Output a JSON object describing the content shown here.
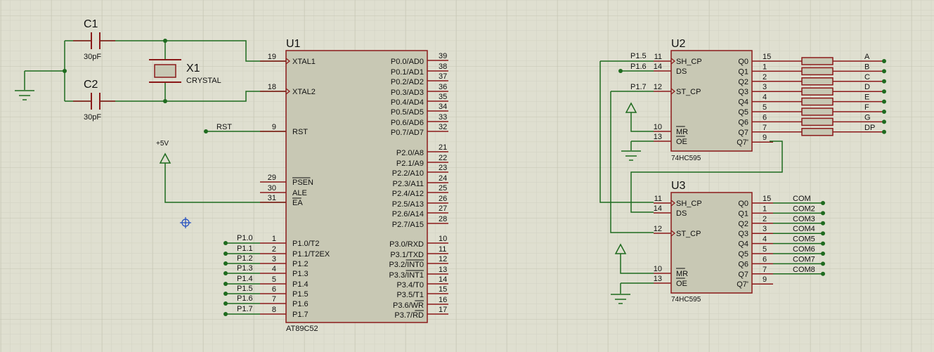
{
  "colors": {
    "background": "#dfdfd0",
    "grid_minor": "#d2d2c2",
    "grid_major": "#c4c4b2",
    "wire": "#1f6b1f",
    "pin": "#8b1a1a",
    "chip_fill": "#c8c8b4",
    "text": "#111111",
    "marker": "#1f4bbf"
  },
  "components": {
    "c1": {
      "ref": "C1",
      "value": "30pF"
    },
    "c2": {
      "ref": "C2",
      "value": "30pF"
    },
    "x1": {
      "ref": "X1",
      "value": "CRYSTAL"
    },
    "u1": {
      "ref": "U1",
      "part": "AT89C52"
    },
    "u2": {
      "ref": "U2",
      "part": "74HC595"
    },
    "u3": {
      "ref": "U3",
      "part": "74HC595"
    }
  },
  "labels": {
    "rst": "RST",
    "vcc": "+5V",
    "u1_port1_nets": [
      "P1.0",
      "P1.1",
      "P1.2",
      "P1.3",
      "P1.4",
      "P1.5",
      "P1.6",
      "P1.7"
    ],
    "u2_input_nets": {
      "sh_cp": "P1.5",
      "ds": "P1.6",
      "st_cp": "P1.7"
    },
    "seg_nets": [
      "A",
      "B",
      "C",
      "D",
      "E",
      "F",
      "G",
      "DP"
    ],
    "com_nets": [
      "COM",
      "COM2",
      "COM3",
      "COM4",
      "COM5",
      "COM6",
      "COM7",
      "COM8"
    ]
  },
  "u1": {
    "left_pins": [
      {
        "name": "XTAL1",
        "num": "19"
      },
      {
        "name": "XTAL2",
        "num": "18"
      },
      {
        "name": "RST",
        "num": "9"
      },
      {
        "name": "PSEN",
        "num": "29",
        "overbar": true
      },
      {
        "name": "ALE",
        "num": "30"
      },
      {
        "name": "EA",
        "num": "31",
        "overbar": true
      },
      {
        "name": "P1.0/T2",
        "num": "1"
      },
      {
        "name": "P1.1/T2EX",
        "num": "2"
      },
      {
        "name": "P1.2",
        "num": "3"
      },
      {
        "name": "P1.3",
        "num": "4"
      },
      {
        "name": "P1.4",
        "num": "5"
      },
      {
        "name": "P1.5",
        "num": "6"
      },
      {
        "name": "P1.6",
        "num": "7"
      },
      {
        "name": "P1.7",
        "num": "8"
      }
    ],
    "right_pins": [
      {
        "name": "P0.0/AD0",
        "num": "39"
      },
      {
        "name": "P0.1/AD1",
        "num": "38"
      },
      {
        "name": "P0.2/AD2",
        "num": "37"
      },
      {
        "name": "P0.3/AD3",
        "num": "36"
      },
      {
        "name": "P0.4/AD4",
        "num": "35"
      },
      {
        "name": "P0.5/AD5",
        "num": "34"
      },
      {
        "name": "P0.6/AD6",
        "num": "33"
      },
      {
        "name": "P0.7/AD7",
        "num": "32"
      },
      {
        "name": "P2.0/A8",
        "num": "21"
      },
      {
        "name": "P2.1/A9",
        "num": "22"
      },
      {
        "name": "P2.2/A10",
        "num": "23"
      },
      {
        "name": "P2.3/A11",
        "num": "24"
      },
      {
        "name": "P2.4/A12",
        "num": "25"
      },
      {
        "name": "P2.5/A13",
        "num": "26"
      },
      {
        "name": "P2.6/A14",
        "num": "27"
      },
      {
        "name": "P2.7/A15",
        "num": "28"
      },
      {
        "name": "P3.0/RXD",
        "num": "10"
      },
      {
        "name": "P3.1/TXD",
        "num": "11"
      },
      {
        "name": "P3.2/INT0",
        "num": "12",
        "overbar_part": "INT0"
      },
      {
        "name": "P3.3/INT1",
        "num": "13",
        "overbar_part": "INT1"
      },
      {
        "name": "P3.4/T0",
        "num": "14"
      },
      {
        "name": "P3.5/T1",
        "num": "15"
      },
      {
        "name": "P3.6/WR",
        "num": "16",
        "overbar_part": "WR"
      },
      {
        "name": "P3.7/RD",
        "num": "17",
        "overbar_part": "RD"
      }
    ]
  },
  "hc595": {
    "left_pins": [
      {
        "name": "SH_CP",
        "num": "11"
      },
      {
        "name": "DS",
        "num": "14"
      },
      {
        "name": "ST_CP",
        "num": "12"
      },
      {
        "name": "MR",
        "num": "10",
        "overbar": true
      },
      {
        "name": "OE",
        "num": "13",
        "overbar": true
      }
    ],
    "right_pins": [
      {
        "name": "Q0",
        "num": "15"
      },
      {
        "name": "Q1",
        "num": "1"
      },
      {
        "name": "Q2",
        "num": "2"
      },
      {
        "name": "Q3",
        "num": "3"
      },
      {
        "name": "Q4",
        "num": "4"
      },
      {
        "name": "Q5",
        "num": "5"
      },
      {
        "name": "Q6",
        "num": "6"
      },
      {
        "name": "Q7",
        "num": "7"
      },
      {
        "name": "Q7'",
        "num": "9"
      }
    ]
  }
}
